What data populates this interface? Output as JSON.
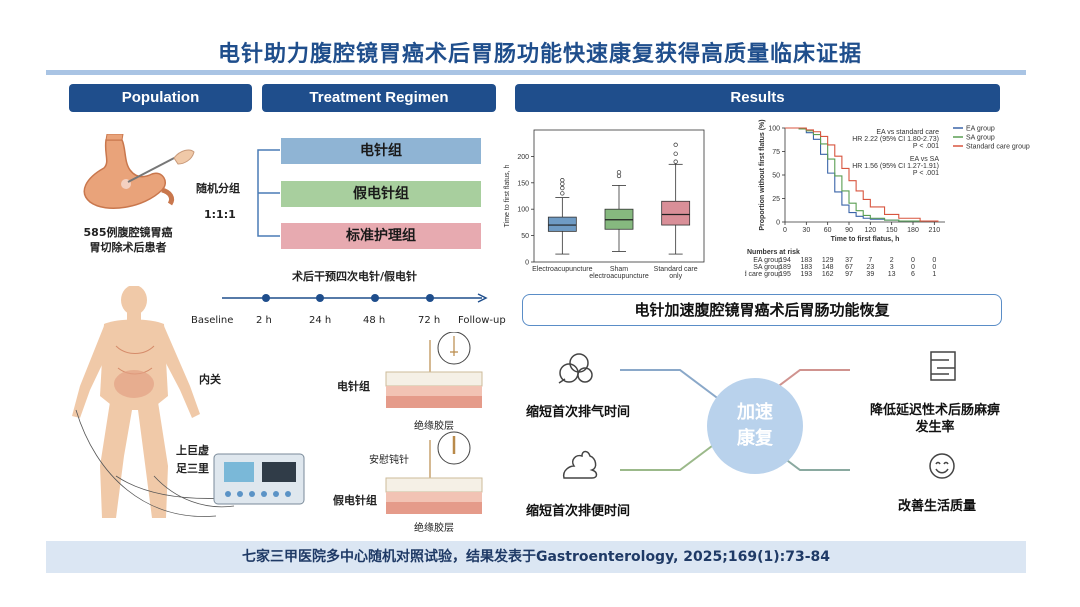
{
  "title": "电针助力腹腔镜胃癌术后胃肠功能快速康复获得高质量临床证据",
  "headers": {
    "population": "Population",
    "treatment": "Treatment Regimen",
    "results": "Results"
  },
  "population": {
    "count_line1": "585例腹腔镜胃癌",
    "count_line2": "胃切除术后患者"
  },
  "randomization": {
    "label": "随机分组",
    "ratio": "1:1:1"
  },
  "arms": [
    {
      "label": "电针组",
      "color": "#8fb4d4"
    },
    {
      "label": "假电针组",
      "color": "#a8cf9e"
    },
    {
      "label": "标准护理组",
      "color": "#e7aab0"
    }
  ],
  "timeline": {
    "title": "术后干预四次电针/假电针",
    "points": [
      "Baseline",
      "2 h",
      "24 h",
      "48 h",
      "72 h",
      "Follow-up"
    ]
  },
  "acupoints": {
    "neiguan": "内关",
    "shangjuxu": "上巨虚",
    "zusanli": "足三里"
  },
  "needle_panel": {
    "ea_label": "电针组",
    "sa_label": "假电针组",
    "insulation1": "绝缘胶层",
    "insulation2": "绝缘胶层",
    "blunt_needle": "安慰钝针"
  },
  "chart_data": [
    {
      "type": "box",
      "ylabel": "Time to first flatus, h",
      "ylim": [
        0,
        250
      ],
      "yticks": [
        0,
        50,
        100,
        150,
        200
      ],
      "categories": [
        "Electroacupuncture",
        "Sham electroacupuncture",
        "Standard care only"
      ],
      "category_lines": [
        [
          "Electroacupuncture"
        ],
        [
          "Sham",
          "electroacupuncture"
        ],
        [
          "Standard care",
          "only"
        ]
      ],
      "colors": [
        "#6f9bc4",
        "#86b97f",
        "#d98f98"
      ],
      "boxes": [
        {
          "min": 15,
          "q1": 58,
          "median": 70,
          "q3": 85,
          "max": 122,
          "outliers": [
            130,
            140,
            148,
            155
          ]
        },
        {
          "min": 20,
          "q1": 62,
          "median": 80,
          "q3": 100,
          "max": 145,
          "outliers": [
            163,
            170
          ]
        },
        {
          "min": 15,
          "q1": 70,
          "median": 90,
          "q3": 115,
          "max": 185,
          "outliers": [
            190,
            205,
            222
          ]
        }
      ]
    },
    {
      "type": "line",
      "title": "",
      "xlabel": "Time to first flatus, h",
      "ylabel": "Proportion without first flatus (%)",
      "xlim": [
        0,
        225
      ],
      "ylim": [
        0,
        100
      ],
      "xticks": [
        0,
        30,
        60,
        90,
        120,
        150,
        180,
        210
      ],
      "yticks": [
        0,
        25,
        50,
        75,
        100
      ],
      "series": [
        {
          "name": "EA group",
          "color": "#3a64a8",
          "x": [
            0,
            20,
            30,
            40,
            50,
            60,
            70,
            80,
            90,
            100,
            110,
            120,
            140,
            160,
            190
          ],
          "y": [
            100,
            99,
            95,
            88,
            72,
            52,
            32,
            18,
            10,
            6,
            4,
            3,
            2,
            1,
            0
          ]
        },
        {
          "name": "SA group",
          "color": "#5a9e52",
          "x": [
            0,
            20,
            30,
            40,
            50,
            60,
            70,
            80,
            90,
            100,
            110,
            120,
            140,
            160,
            190
          ],
          "y": [
            100,
            99,
            97,
            93,
            83,
            67,
            49,
            33,
            20,
            12,
            7,
            4,
            2,
            1,
            0
          ]
        },
        {
          "name": "Standard care group",
          "color": "#d8553f",
          "x": [
            0,
            20,
            30,
            40,
            50,
            60,
            70,
            80,
            90,
            100,
            110,
            120,
            140,
            160,
            190,
            215
          ],
          "y": [
            100,
            100,
            98,
            96,
            91,
            82,
            70,
            57,
            44,
            33,
            24,
            16,
            8,
            4,
            1,
            0
          ]
        }
      ],
      "annotations": [
        {
          "text": "EA vs standard care",
          "color": "#d8553f"
        },
        {
          "text": "HR 2.22 (95% CI 1.80-2.73)",
          "color": "#d8553f"
        },
        {
          "text": "P < .001",
          "color": "#d8553f"
        },
        {
          "text": "EA vs SA",
          "color": "#5a9e52"
        },
        {
          "text": "HR 1.56 (95% CI 1.27-1.91)",
          "color": "#5a9e52"
        },
        {
          "text": "P < .001",
          "color": "#5a9e52"
        }
      ],
      "risk_table": {
        "title": "Numbers at risk",
        "rows": [
          {
            "name": "EA group",
            "values": [
              194,
              183,
              129,
              37,
              7,
              2,
              0,
              0
            ]
          },
          {
            "name": "SA group",
            "values": [
              189,
              183,
              148,
              67,
              23,
              3,
              0,
              0
            ]
          },
          {
            "name": "Standard care group",
            "values": [
              195,
              193,
              162,
              97,
              39,
              13,
              6,
              1
            ]
          }
        ]
      }
    }
  ],
  "conclusion": "电针加速腹腔镜胃癌术后胃肠功能恢复",
  "center": {
    "line1": "加速",
    "line2": "康复"
  },
  "outcomes": {
    "flatus": "缩短首次排气时间",
    "defecation": "缩短首次排便时间",
    "ileus_line1": "降低延迟性术后肠麻痹",
    "ileus_line2": "发生率",
    "qol": "改善生活质量"
  },
  "footer": "七家三甲医院多中心随机对照试验，结果发表于Gastroenterology, 2025;169(1):73-84"
}
